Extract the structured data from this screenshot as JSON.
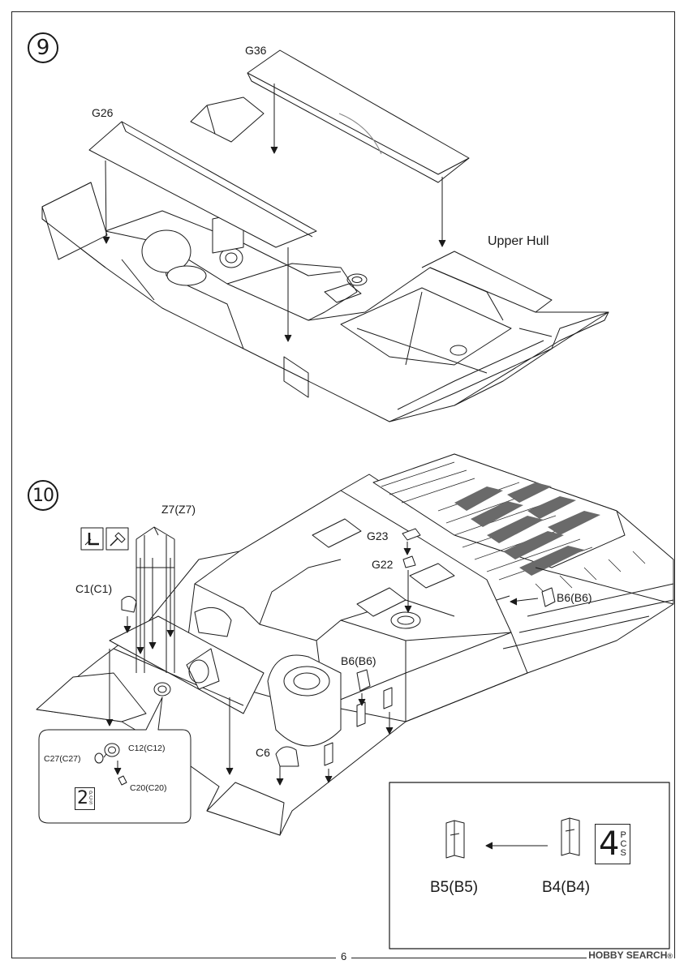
{
  "page": {
    "number": "6"
  },
  "watermark": {
    "brand": "HOBBY SEARCH",
    "mark": "®"
  },
  "step9": {
    "number": "9",
    "labels": {
      "g36": "G36",
      "g26": "G26",
      "upper_hull": "Upper Hull"
    }
  },
  "step10": {
    "number": "10",
    "labels": {
      "z7": "Z7(Z7)",
      "c1": "C1(C1)",
      "g23": "G23",
      "g22": "G22",
      "b6_right": "B6(B6)",
      "b6_mid": "B6(B6)",
      "c6": "C6"
    },
    "detail": {
      "c27": "C27(C27)",
      "c12": "C12(C12)",
      "c20": "C20(C20)",
      "qty": {
        "number": "2",
        "unit": [
          "P",
          "C",
          "S"
        ]
      }
    },
    "inset": {
      "b5": "B5(B5)",
      "b4": "B4(B4)",
      "qty": {
        "number": "4",
        "unit": [
          "P",
          "C",
          "S"
        ]
      }
    },
    "icons": [
      "cutter-icon",
      "glue-icon"
    ]
  },
  "colors": {
    "line": "#1a1a1a",
    "paper": "#ffffff",
    "shade": "#cfcfcf",
    "dark": "#555555"
  }
}
